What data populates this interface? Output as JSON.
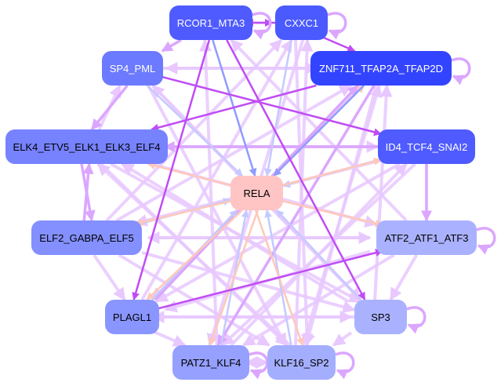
{
  "nodes": [
    {
      "id": "RCOR1_MTA3",
      "label": "RCOR1_MTA3",
      "color": "#4f5bff",
      "text": "#ffffff"
    },
    {
      "id": "CXXC1",
      "label": "CXXC1",
      "color": "#4a5aff",
      "text": "#ffffff"
    },
    {
      "id": "SP4_PML",
      "label": "SP4_PML",
      "color": "#6b7aff",
      "text": "#ffffff"
    },
    {
      "id": "ZNF711",
      "label": "ZNF711_TFAP2A_TFAP2D",
      "color": "#3344ff",
      "text": "#ffffff"
    },
    {
      "id": "ELK4",
      "label": "ELK4_ETV5_ELK1_ELK3_ELF4",
      "color": "#7782ff",
      "text": "#000000"
    },
    {
      "id": "ID4",
      "label": "ID4_TCF4_SNAI2",
      "color": "#4f5bff",
      "text": "#ffffff"
    },
    {
      "id": "RELA",
      "label": "RELA",
      "color": "#ffc4c4",
      "text": "#000000"
    },
    {
      "id": "ELF2",
      "label": "ELF2_GABPA_ELF5",
      "color": "#8490ff",
      "text": "#000000"
    },
    {
      "id": "ATF2",
      "label": "ATF2_ATF1_ATF3",
      "color": "#aab2ff",
      "text": "#000000"
    },
    {
      "id": "PLAGL1",
      "label": "PLAGL1",
      "color": "#8a96ff",
      "text": "#000000"
    },
    {
      "id": "SP3",
      "label": "SP3",
      "color": "#aab2ff",
      "text": "#000000"
    },
    {
      "id": "PATZ1",
      "label": "PATZ1_KLF4",
      "color": "#95a0ff",
      "text": "#000000"
    },
    {
      "id": "KLF16",
      "label": "KLF16_SP2",
      "color": "#a4aeff",
      "text": "#000000"
    }
  ],
  "edge_colors": {
    "light": "#e8c8ff",
    "mid": "#dba6ff",
    "strong": "#c04cf5",
    "blue": "#8f9cff",
    "paleblue": "#c4caff",
    "peach": "#ffc8b8"
  },
  "edges": [
    [
      "RCOR1_MTA3",
      "RELA",
      "blue"
    ],
    [
      "CXXC1",
      "RELA",
      "paleblue"
    ],
    [
      "ZNF711",
      "RELA",
      "blue"
    ],
    [
      "SP4_PML",
      "RELA",
      "paleblue"
    ],
    [
      "ID4",
      "RELA",
      "paleblue"
    ],
    [
      "RELA",
      "ELK4",
      "peach"
    ],
    [
      "RELA",
      "ELF2",
      "peach"
    ],
    [
      "RELA",
      "ATF2",
      "peach"
    ],
    [
      "RELA",
      "ID4",
      "peach"
    ],
    [
      "RELA",
      "ZNF711",
      "peach"
    ],
    [
      "RELA",
      "PLAGL1",
      "peach"
    ],
    [
      "RELA",
      "PATZ1",
      "peach"
    ],
    [
      "RELA",
      "KLF16",
      "peach"
    ],
    [
      "PLAGL1",
      "RELA",
      "paleblue"
    ],
    [
      "PATZ1",
      "RELA",
      "paleblue"
    ],
    [
      "KLF16",
      "RELA",
      "paleblue"
    ],
    [
      "SP3",
      "RELA",
      "paleblue"
    ],
    [
      "ELF2",
      "RELA",
      "paleblue"
    ],
    [
      "RCOR1_MTA3",
      "CXXC1",
      "strong"
    ],
    [
      "CXXC1",
      "RCOR1_MTA3",
      "strong"
    ],
    [
      "RCOR1_MTA3",
      "SP4_PML",
      "mid"
    ],
    [
      "CXXC1",
      "ZNF711",
      "strong"
    ],
    [
      "SP4_PML",
      "ZNF711",
      "light"
    ],
    [
      "ZNF711",
      "SP4_PML",
      "light"
    ],
    [
      "SP4_PML",
      "ID4",
      "strong"
    ],
    [
      "ZNF711",
      "ELK4",
      "strong"
    ],
    [
      "ID4",
      "ELK4",
      "mid"
    ],
    [
      "ELK4",
      "ID4",
      "light"
    ],
    [
      "SP4_PML",
      "ELK4",
      "mid"
    ],
    [
      "ELK4",
      "SP4_PML",
      "light"
    ],
    [
      "ELK4",
      "ELF2",
      "mid"
    ],
    [
      "ELF2",
      "ELK4",
      "mid"
    ],
    [
      "ID4",
      "ATF2",
      "mid"
    ],
    [
      "ELF2",
      "ATF2",
      "light"
    ],
    [
      "ATF2",
      "ELF2",
      "light"
    ],
    [
      "ELF2",
      "PLAGL1",
      "light"
    ],
    [
      "ATF2",
      "SP3",
      "light"
    ],
    [
      "PLAGL1",
      "SP3",
      "light"
    ],
    [
      "SP3",
      "PLAGL1",
      "light"
    ],
    [
      "PLAGL1",
      "PATZ1",
      "light"
    ],
    [
      "SP3",
      "KLF16",
      "light"
    ],
    [
      "PATZ1",
      "KLF16",
      "light"
    ],
    [
      "KLF16",
      "PATZ1",
      "light"
    ],
    [
      "RCOR1_MTA3",
      "PLAGL1",
      "strong"
    ],
    [
      "RCOR1_MTA3",
      "SP3",
      "strong"
    ],
    [
      "CXXC1",
      "PATZ1",
      "light"
    ],
    [
      "CXXC1",
      "KLF16",
      "light"
    ],
    [
      "ZNF711",
      "PLAGL1",
      "light"
    ],
    [
      "ZNF711",
      "PATZ1",
      "mid"
    ],
    [
      "ZNF711",
      "KLF16",
      "light"
    ],
    [
      "SP4_PML",
      "SP3",
      "light"
    ],
    [
      "SP4_PML",
      "KLF16",
      "light"
    ],
    [
      "ELK4",
      "SP3",
      "light"
    ],
    [
      "ELK4",
      "KLF16",
      "light"
    ],
    [
      "ELK4",
      "ATF2",
      "light"
    ],
    [
      "ID4",
      "PLAGL1",
      "light"
    ],
    [
      "ID4",
      "PATZ1",
      "light"
    ],
    [
      "ATF2",
      "PLAGL1",
      "light"
    ],
    [
      "ATF2",
      "PATZ1",
      "light"
    ],
    [
      "ELF2",
      "SP3",
      "light"
    ],
    [
      "ELF2",
      "KLF16",
      "light"
    ],
    [
      "PLAGL1",
      "ZNF711",
      "mid"
    ],
    [
      "PATZ1",
      "RCOR1_MTA3",
      "light"
    ],
    [
      "KLF16",
      "CXXC1",
      "light"
    ],
    [
      "SP3",
      "SP4_PML",
      "light"
    ],
    [
      "PLAGL1",
      "CXXC1",
      "light"
    ],
    [
      "PATZ1",
      "ID4",
      "light"
    ],
    [
      "KLF16",
      "ELK4",
      "light"
    ],
    [
      "SP3",
      "ELK4",
      "light"
    ],
    [
      "PLAGL1",
      "ATF2",
      "strong"
    ],
    [
      "ATF2",
      "RCOR1_MTA3",
      "light"
    ],
    [
      "ELF2",
      "ZNF711",
      "light"
    ],
    [
      "ELF2",
      "CXXC1",
      "light"
    ],
    [
      "ID4",
      "ELF2",
      "light"
    ],
    [
      "SP3",
      "ZNF711",
      "light"
    ],
    [
      "KLF16",
      "ZNF711",
      "light"
    ]
  ],
  "self_loops": [
    "CXXC1",
    "ZNF711",
    "ATF2",
    "SP3",
    "KLF16",
    "PATZ1",
    "RCOR1_MTA3"
  ]
}
